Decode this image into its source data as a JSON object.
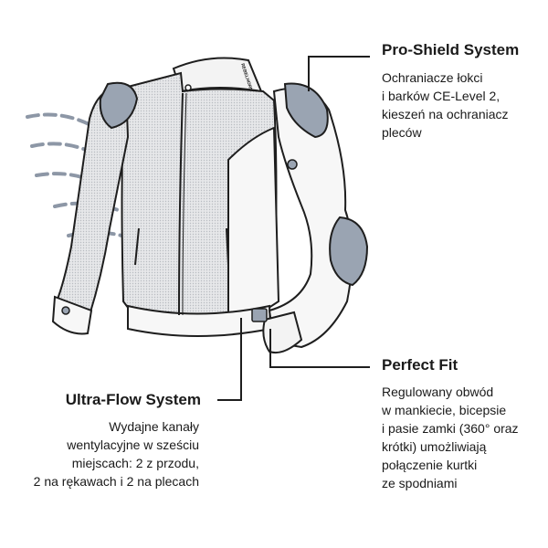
{
  "brand": {
    "logo_text": "REBELHORN"
  },
  "features": {
    "pro_shield": {
      "title": "Pro-Shield System",
      "description": "Ochraniacze łokci\ni barków CE-Level 2,\nkieszeń na ochraniacz\npleców"
    },
    "perfect_fit": {
      "title": "Perfect Fit",
      "description": "Regulowany obwód\nw mankiecie, bicepsie\ni pasie zamki (360° oraz\nkrótki) umożliwiają\npołączenie kurtki\nze spodniami"
    },
    "ultra_flow": {
      "title": "Ultra-Flow System",
      "description": "Wydajne kanały\nwentylacyjne w sześciu\nmiejscach: 2 z przodu,\n2 na rękawach i 2 na plecach"
    }
  },
  "colors": {
    "outline": "#1e1e1e",
    "mesh": "#d9dadc",
    "panel": "#f7f7f7",
    "protector": "#9aa4b2",
    "airflow": "#8d97a6"
  }
}
